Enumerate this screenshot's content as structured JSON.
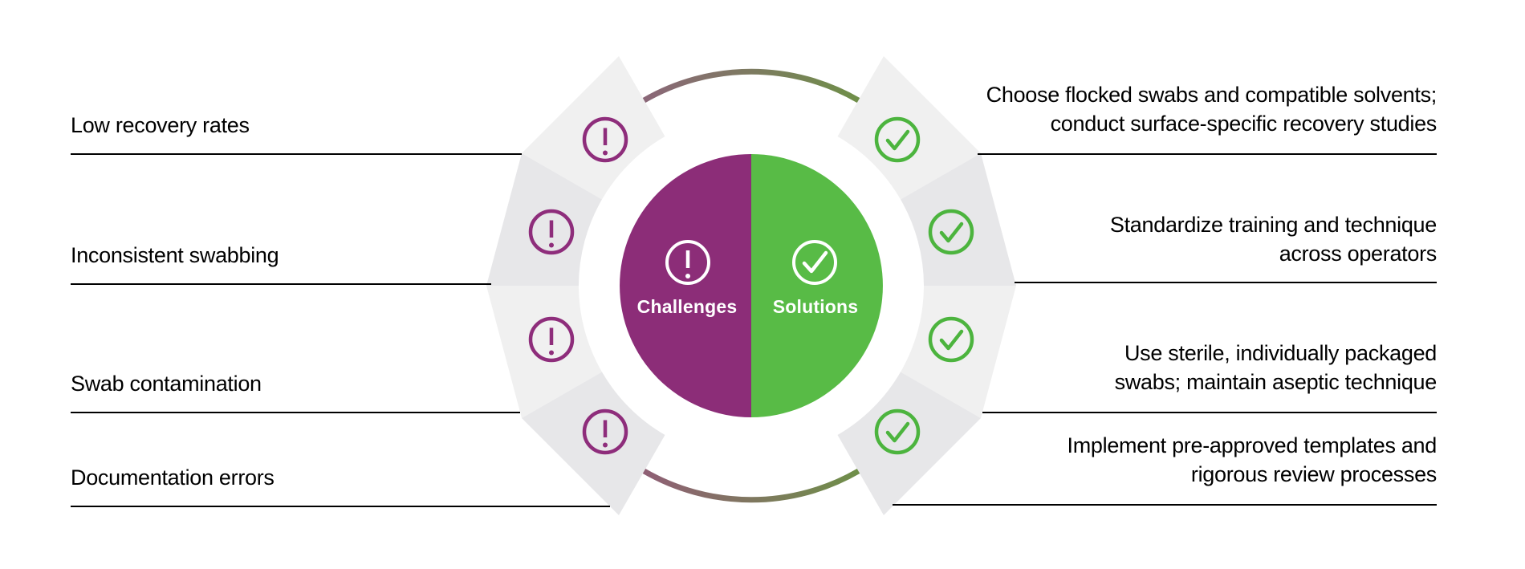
{
  "diagram": {
    "center": {
      "challenges_label": "Challenges",
      "solutions_label": "Solutions"
    },
    "rows": [
      {
        "challenge": "Low recovery rates",
        "solution": "Choose flocked swabs and compatible solvents; conduct surface-specific recovery studies"
      },
      {
        "challenge": "Inconsistent swabbing",
        "solution": "Standardize training and technique across operators"
      },
      {
        "challenge": "Swab contamination",
        "solution": "Use sterile, individually packaged swabs; maintain aseptic technique"
      },
      {
        "challenge": "Documentation errors",
        "solution": "Implement pre-approved templates and rigorous review processes"
      }
    ],
    "icons": {
      "challenge_icon": "exclamation-circle",
      "solution_icon": "check-circle"
    },
    "colors": {
      "challenges_purple": "#8C2D78",
      "solutions_green": "#58BB46",
      "ring_icon_purple": "#8E2D7B",
      "ring_icon_green": "#4CB43E",
      "segment_light": "#F0F0F0",
      "segment_dark": "#E7E7E9",
      "arc_gradient_start": "#8B6778",
      "arc_gradient_end": "#6F8F49",
      "line_black": "#000000",
      "center_icon_white": "#FFFFFF"
    }
  }
}
